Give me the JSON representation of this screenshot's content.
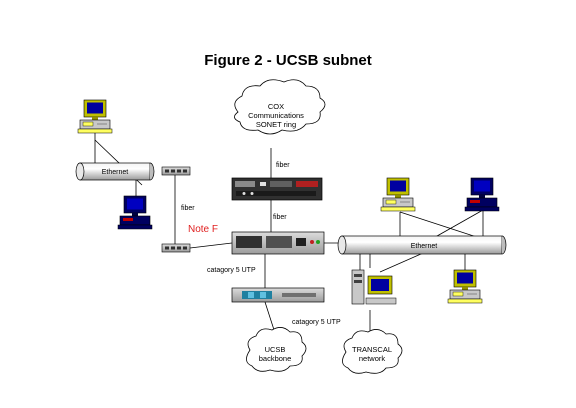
{
  "title": "Figure 2 - UCSB subnet",
  "labels": {
    "ethernet_left": "Ethernet",
    "ethernet_right": "Ethernet",
    "fiber_left": "fiber",
    "fiber_top": "fiber",
    "fiber_mid": "fiber",
    "note": "Note F",
    "utp_upper": "catagory 5 UTP",
    "utp_lower": "catagory 5 UTP"
  },
  "clouds": {
    "cox": [
      "COX",
      "Communications",
      "SONET ring"
    ],
    "ucsb": [
      "UCSB",
      "backbone"
    ],
    "transcal": [
      "TRANSCAL",
      "network"
    ]
  },
  "colors": {
    "monitor_bezel": "#c0c000",
    "monitor_screen": "#0000a0",
    "pc_case": "#c8c8c8",
    "navy_pc": "#000060",
    "keyboard_yellow": "#ffff60",
    "note_red": "#e02020"
  }
}
